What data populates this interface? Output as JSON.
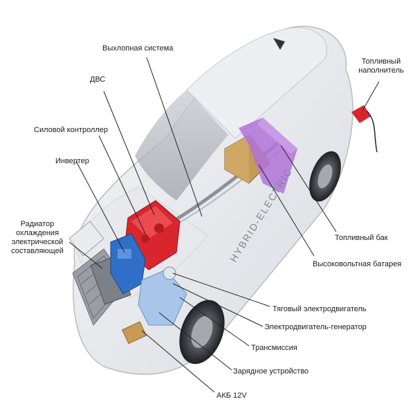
{
  "diagram": {
    "labels": {
      "exhaust": "Выхлопная система",
      "ice": "ДВС",
      "power_controller": "Силовой контроллер",
      "inverter": "Инвертер",
      "radiator": "Радиатор охлаждения электрической составляющей",
      "fuel_filler": "Топливный наполнитель",
      "fuel_tank": "Топливный бак",
      "hv_battery": "Высоковольтная батарея",
      "traction_motor": "Тяговый электродвигатель",
      "motor_generator": "Электродвигатель-генератор",
      "transmission": "Трансмиссия",
      "charger": "Зарядное устройство",
      "battery_12v": "АКБ 12V"
    },
    "car_side_text": "HYBRID-ELECTRIC",
    "colors": {
      "engine": "#d9262e",
      "inverter_blue": "#2f6fc8",
      "battery_purple": "#b072d9",
      "fuel_tank_tan": "#c79a55",
      "leader_line": "#222222"
    }
  }
}
